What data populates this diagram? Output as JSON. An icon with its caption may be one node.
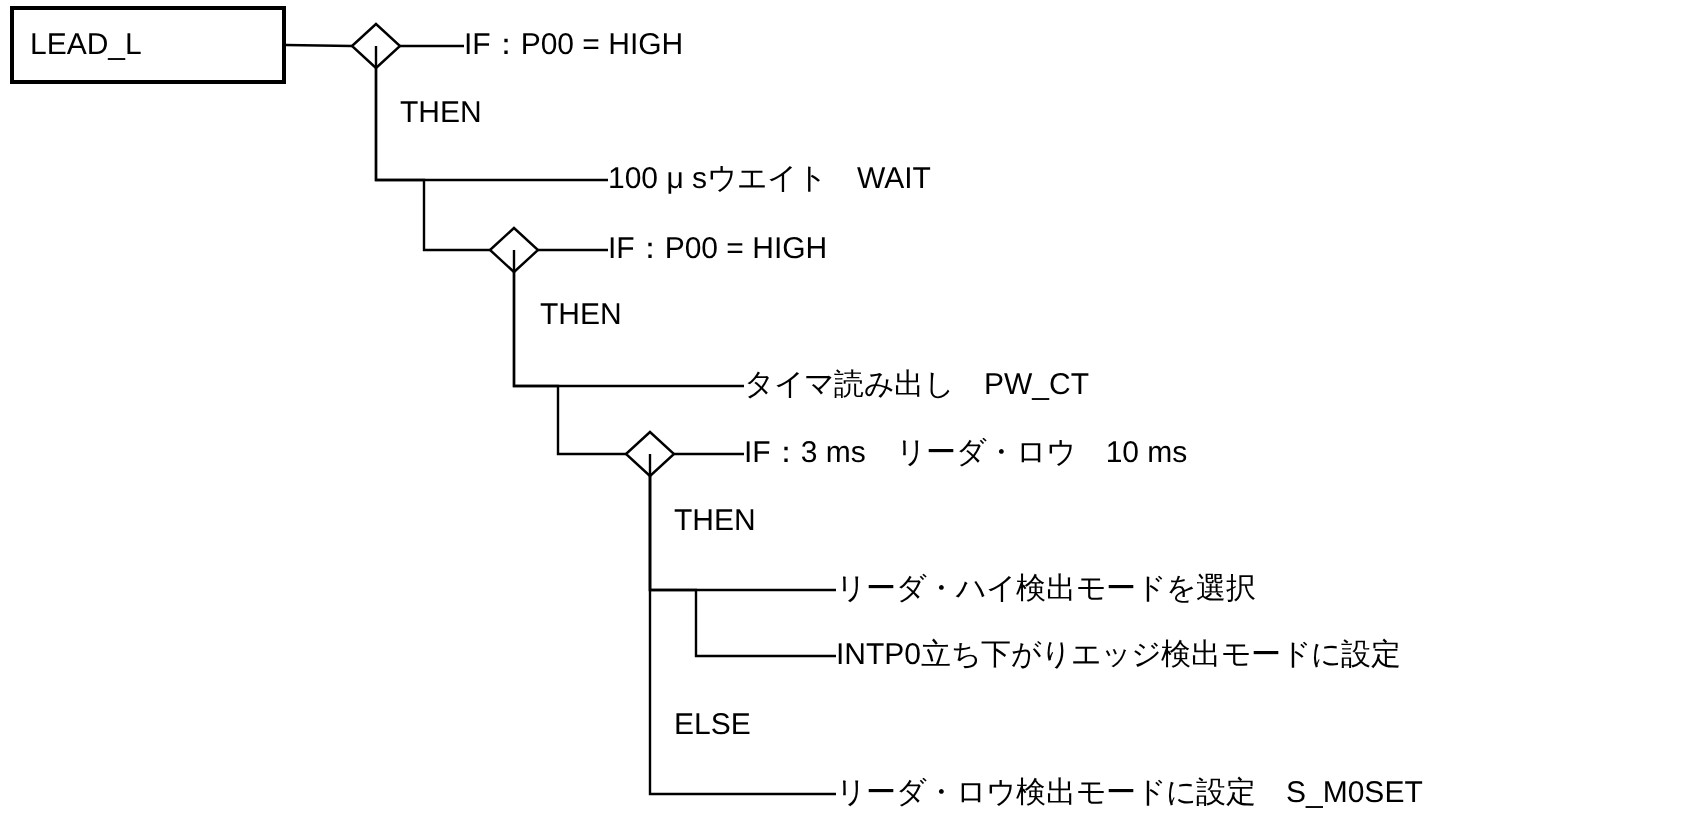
{
  "diagram": {
    "nodes": [
      {
        "text": [
          "LEAD_L"
        ]
      },
      {
        "text": [],
        "shape": "diamond"
      },
      {
        "text": [
          "IF：P00 = HIGH"
        ]
      },
      {
        "text": [
          "100 μ sウエイト　WAIT"
        ]
      },
      {
        "text": [],
        "shape": "diamond"
      },
      {
        "text": [
          "IF：P00 = HIGH"
        ]
      },
      {
        "text": [
          "タイマ読み出し　PW_CT"
        ]
      },
      {
        "text": [],
        "shape": "diamond"
      },
      {
        "text": [
          "IF：3 ms　リーダ・ロウ　10 ms"
        ]
      },
      {
        "text": [
          "リーダ・ハイ検出モードを選択"
        ]
      },
      {
        "text": [
          "INTP0立ち下がりエッジ検出モードに設定"
        ]
      },
      {
        "text": [
          "リーダ・ロウ検出モードに設定　S_M0SET"
        ]
      }
    ],
    "edges": [
      {
        "from": 0,
        "to": 1,
        "arrow": "none"
      },
      {
        "from": 1,
        "to": 2,
        "arrow": "none"
      },
      {
        "from": 1,
        "to": 3,
        "arrow": "none"
      },
      {
        "from": 1,
        "to": 4,
        "arrow": "none"
      },
      {
        "from": 4,
        "to": 5,
        "arrow": "none"
      },
      {
        "from": 4,
        "to": 6,
        "arrow": "none"
      },
      {
        "from": 4,
        "to": 7,
        "arrow": "none"
      },
      {
        "from": 7,
        "to": 8,
        "arrow": "none"
      },
      {
        "from": 7,
        "to": 9,
        "arrow": "none"
      },
      {
        "from": 7,
        "to": 10,
        "arrow": "none"
      },
      {
        "from": 7,
        "to": 11,
        "arrow": "none"
      }
    ],
    "labels": [
      "THEN",
      "THEN",
      "THEN",
      "ELSE"
    ]
  }
}
